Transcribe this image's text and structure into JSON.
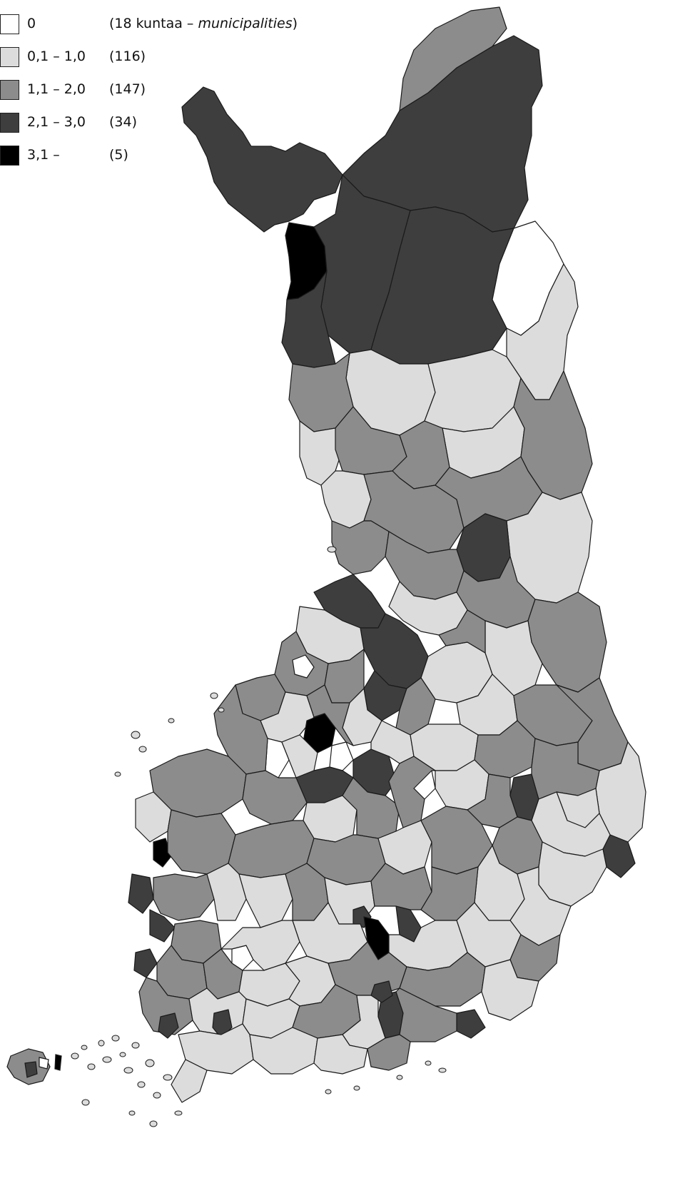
{
  "legend": {
    "classes": [
      {
        "range": "0",
        "count": "(18 kuntaa – ",
        "count_italic": "municipalities",
        "count_tail": ")",
        "color": "#ffffff"
      },
      {
        "range": "0,1 – 1,0",
        "count": "(116)",
        "count_italic": "",
        "count_tail": "",
        "color": "#dcdcdc"
      },
      {
        "range": "1,1 – 2,0",
        "count": "(147)",
        "count_italic": "",
        "count_tail": "",
        "color": "#8c8c8c"
      },
      {
        "range": "2,1 – 3,0",
        "count": "(34)",
        "count_italic": "",
        "count_tail": "",
        "color": "#3e3e3e"
      },
      {
        "range": "3,1 –",
        "count": "(5)",
        "count_italic": "",
        "count_tail": "",
        "color": "#000000"
      }
    ]
  },
  "map": {
    "outline_color": "#1a1a1a",
    "classes_present": [
      "0",
      "0,1 – 1,0",
      "1,1 – 2,0",
      "2,1 – 3,0",
      "3,1 –"
    ]
  }
}
